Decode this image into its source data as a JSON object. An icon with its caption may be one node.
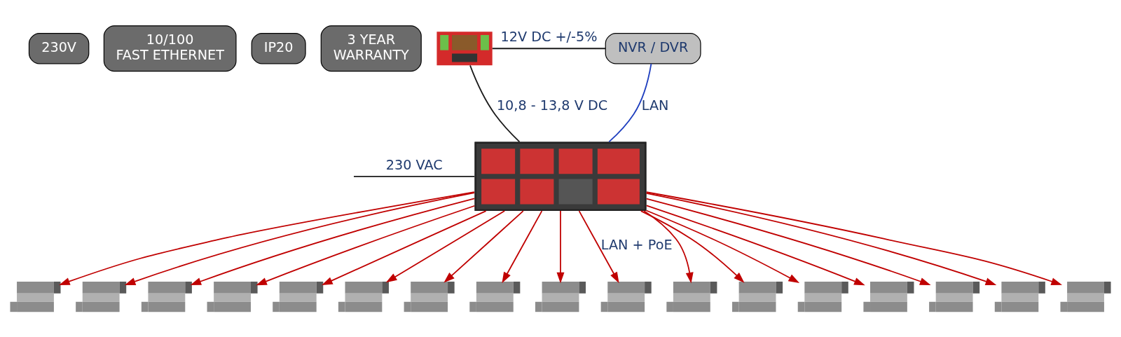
{
  "diagram": {
    "nodes": [
      {
        "text": [
          "230V"
        ]
      },
      {
        "text": [
          "10/100",
          "FAST ETHERNET"
        ]
      },
      {
        "text": [
          "IP20"
        ]
      },
      {
        "text": [
          "3 YEAR",
          "WARRANTY"
        ]
      },
      {
        "text": [],
        "shape": "picture"
      },
      {
        "text": [],
        "shape": "picture"
      },
      {
        "text": [
          "NVR / DVR"
        ]
      },
      {
        "text": [],
        "shape": "picture"
      },
      {
        "text": [],
        "shape": "picture"
      },
      {
        "text": [],
        "shape": "picture"
      },
      {
        "text": [],
        "shape": "picture"
      },
      {
        "text": [],
        "shape": "picture"
      },
      {
        "text": [],
        "shape": "picture"
      },
      {
        "text": [],
        "shape": "picture"
      },
      {
        "text": [],
        "shape": "picture"
      },
      {
        "text": [],
        "shape": "picture"
      },
      {
        "text": [],
        "shape": "picture"
      },
      {
        "text": [],
        "shape": "picture"
      },
      {
        "text": [],
        "shape": "picture"
      },
      {
        "text": [],
        "shape": "picture"
      },
      {
        "text": [],
        "shape": "picture"
      },
      {
        "text": [],
        "shape": "picture"
      },
      {
        "text": [],
        "shape": "picture"
      },
      {
        "text": [],
        "shape": "picture"
      }
    ],
    "edges": [
      {
        "from": 4,
        "to": 5,
        "arrow": "none",
        "label": "10,8 - 13,8 V DC",
        "color": "#1a1a1a"
      },
      {
        "from": 5,
        "to": 6,
        "arrow": "none",
        "label": "12V DC +/-5%",
        "color": "#1a1a1a"
      },
      {
        "from": 4,
        "to": 6,
        "arrow": "none",
        "label": "LAN",
        "color": "#1f3fbf"
      },
      {
        "from": null,
        "to": 4,
        "arrow": "none",
        "label": "230 VAC",
        "color": "#1a1a1a"
      },
      {
        "from": 4,
        "to": 16,
        "arrow": "to",
        "label": "LAN + PoE"
      },
      {
        "from": 4,
        "to": 7,
        "arrow": "to"
      },
      {
        "from": 4,
        "to": 17,
        "arrow": "to"
      },
      {
        "from": 4,
        "to": 8,
        "arrow": "to"
      },
      {
        "from": 4,
        "to": 18,
        "arrow": "to"
      },
      {
        "from": 4,
        "to": 9,
        "arrow": "to"
      },
      {
        "from": 4,
        "to": 19,
        "arrow": "to"
      },
      {
        "from": 4,
        "to": 10,
        "arrow": "to"
      },
      {
        "from": 4,
        "to": 20,
        "arrow": "to"
      },
      {
        "from": 4,
        "to": 11,
        "arrow": "to"
      },
      {
        "from": 4,
        "to": 21,
        "arrow": "to"
      },
      {
        "from": 4,
        "to": 12,
        "arrow": "to"
      },
      {
        "from": 4,
        "to": 22,
        "arrow": "to"
      },
      {
        "from": 4,
        "to": 13,
        "arrow": "to"
      },
      {
        "from": 4,
        "to": 23,
        "arrow": "to"
      },
      {
        "from": 4,
        "to": 14,
        "arrow": "to"
      },
      {
        "from": 4,
        "to": 15,
        "arrow": "to"
      }
    ]
  }
}
